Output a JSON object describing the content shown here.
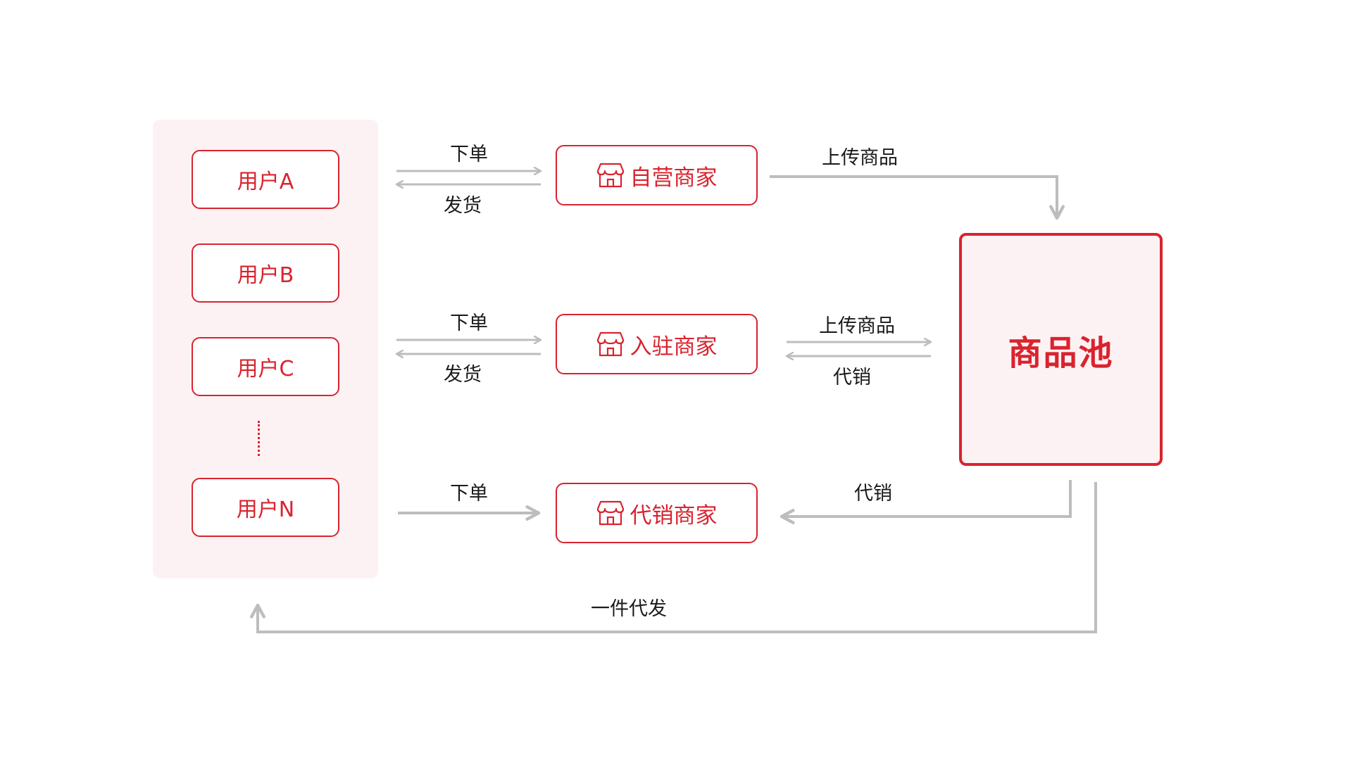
{
  "users": {
    "items": [
      {
        "label": "用户A"
      },
      {
        "label": "用户B"
      },
      {
        "label": "用户C"
      },
      {
        "label": "用户N"
      }
    ]
  },
  "merchants": {
    "self_operated": {
      "label": "自营商家",
      "icon": "store-icon"
    },
    "settled": {
      "label": "入驻商家",
      "icon": "store-icon"
    },
    "consignment": {
      "label": "代销商家",
      "icon": "store-icon"
    }
  },
  "pool": {
    "label": "商品池"
  },
  "edges": {
    "row1_order": "下单",
    "row1_ship": "发货",
    "row1_upload": "上传商品",
    "row2_order": "下单",
    "row2_ship": "发货",
    "row2_upload": "上传商品",
    "row2_consign": "代销",
    "row3_order": "下单",
    "row3_consign": "代销",
    "dropship": "一件代发"
  },
  "colors": {
    "accent": "#d9232e",
    "panel_bg": "#fdf2f3",
    "arrow": "#bdbdbd",
    "text": "#1a1a1a"
  }
}
